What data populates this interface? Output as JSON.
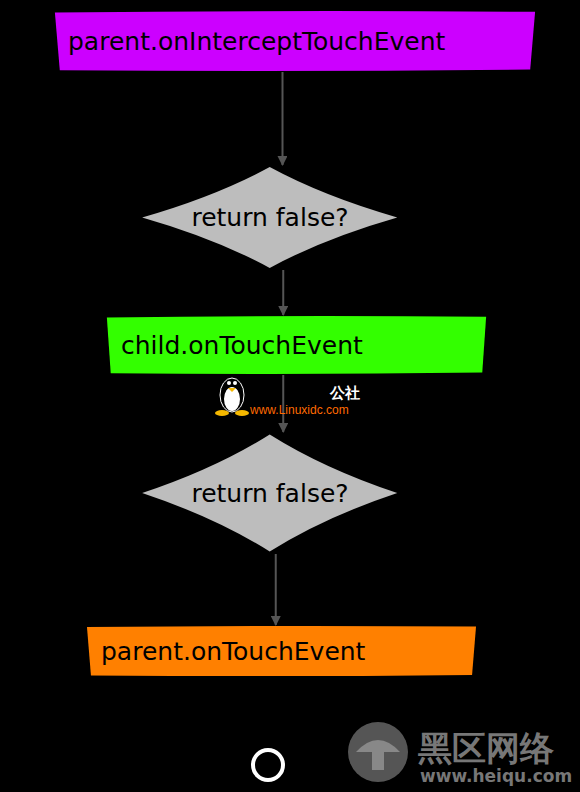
{
  "diagram": {
    "nodes": [
      {
        "text": [
          "parent.onInterceptTouchEvent"
        ]
      },
      {
        "text": [
          "return false?"
        ]
      },
      {
        "text": [
          "child.onTouchEvent"
        ]
      },
      {
        "text": [
          "return false?"
        ]
      },
      {
        "text": [
          "parent.onTouchEvent"
        ]
      }
    ],
    "edges": [
      {
        "from": 0,
        "to": 1,
        "arrow": "to"
      },
      {
        "from": 1,
        "to": 2,
        "arrow": "to"
      },
      {
        "from": 2,
        "to": 3,
        "arrow": "to"
      },
      {
        "from": 3,
        "to": 4,
        "arrow": "to"
      }
    ],
    "labels": [
      "公社",
      "www.Linuxidc.com",
      "黑区网络",
      "www.heiqu.com"
    ]
  }
}
